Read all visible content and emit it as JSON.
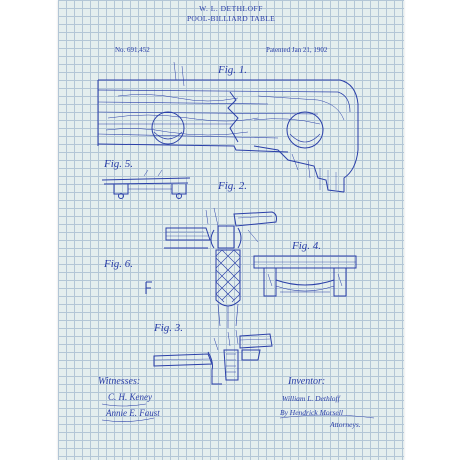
{
  "patent": {
    "inventor_name": "W. L. DETHLOFF",
    "title": "POOL-BILLIARD TABLE",
    "number": "No. 691,452",
    "date": "Patented Jan 21, 1902"
  },
  "figures": {
    "fig1": "Fig. 1.",
    "fig2": "Fig. 2.",
    "fig3": "Fig. 3.",
    "fig4": "Fig. 4.",
    "fig5": "Fig. 5.",
    "fig6": "Fig. 6."
  },
  "signatures": {
    "witnesses_label": "Witnesses:",
    "witness_1": "C. H. Keney",
    "witness_2": "Annie E. Faust",
    "inventor_label": "Inventor:",
    "inventor_signature": "William L. Dethloff",
    "attorney_line": "By Hendrick Morsell",
    "attorneys_label": "Attorneys."
  },
  "colors": {
    "ink": "#2a3fa8",
    "paper": "#e4eeee",
    "grid": "#b3c6d6"
  }
}
